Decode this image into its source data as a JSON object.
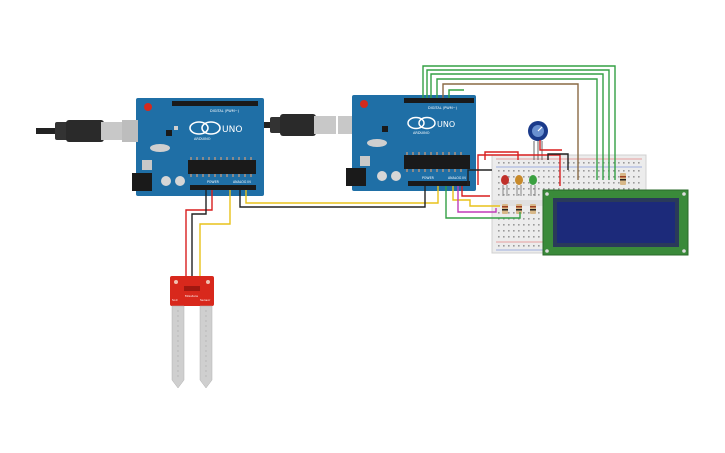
{
  "arduino1": {
    "brand": "ARDUINO",
    "model": "UNO",
    "header_digital": "DIGITAL (PWM~)",
    "header_power": "POWER",
    "header_analog": "ANALOG IN"
  },
  "arduino2": {
    "brand": "ARDUINO",
    "model": "UNO",
    "header_digital": "DIGITAL (PWM~)",
    "header_power": "POWER",
    "header_analog": "ANALOG IN"
  },
  "sensor": {
    "label_left": "Soil",
    "label_mid": "Moisture",
    "label_right": "Sensor"
  },
  "colors": {
    "arduino_blue": "#1f6fa6",
    "breadboard": "#ececec",
    "lcd_pcb": "#3a8a3a",
    "lcd_screen": "#1c2a7a",
    "sensor_red": "#d8281c",
    "wire_green": "#33a044",
    "wire_red": "#d81e1e",
    "wire_yellow": "#e8c21a",
    "wire_black": "#222222",
    "wire_brown": "#8a6a44"
  },
  "leds": [
    "red",
    "orange",
    "green"
  ]
}
